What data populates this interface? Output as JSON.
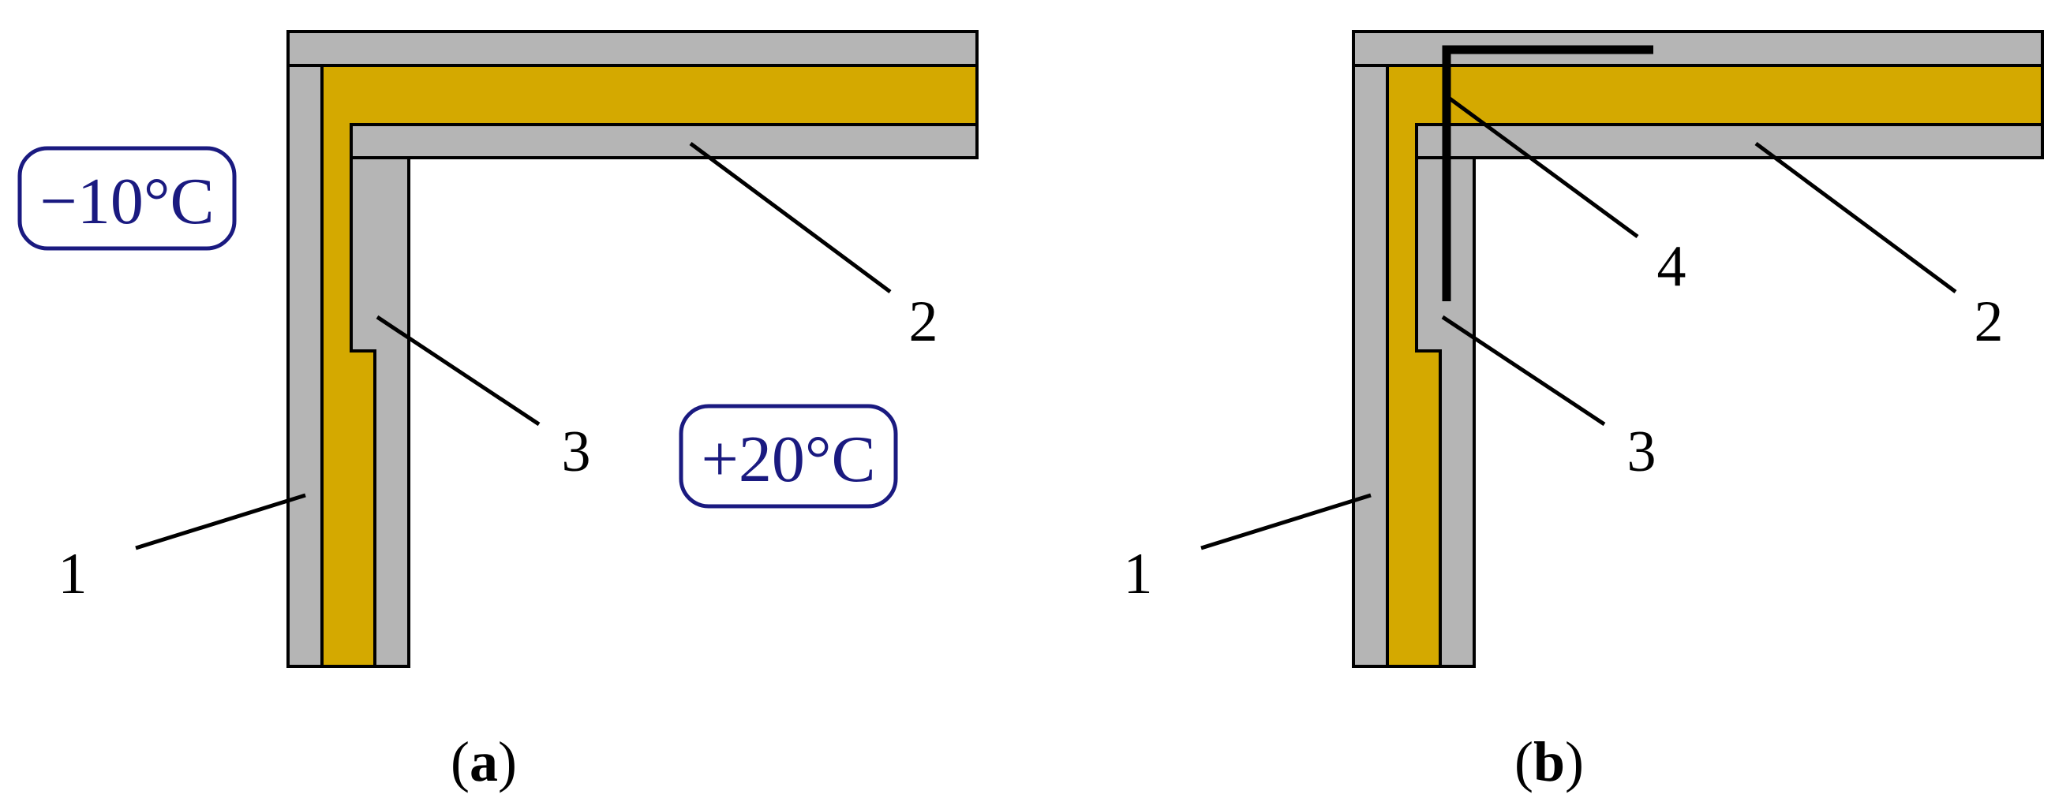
{
  "colors": {
    "panel_gray": "#b5b5b5",
    "insulation_gold": "#d4a900",
    "outline": "#000000",
    "temperature_text": "#1a1a80",
    "temperature_box_border": "#1a1a80"
  },
  "panel_a": {
    "caption": {
      "open": "(",
      "letter": "a",
      "close": ")"
    },
    "outside_temperature": "−10°C",
    "inside_temperature": "+20°C",
    "callouts": {
      "outer_skin": "1",
      "inner_skin": "2",
      "joint_profile": "3"
    }
  },
  "panel_b": {
    "caption": {
      "open": "(",
      "letter": "b",
      "close": ")"
    },
    "callouts": {
      "outer_skin": "1",
      "inner_skin": "2",
      "joint_profile": "3",
      "thermal_bridge_bracket": "4"
    }
  }
}
